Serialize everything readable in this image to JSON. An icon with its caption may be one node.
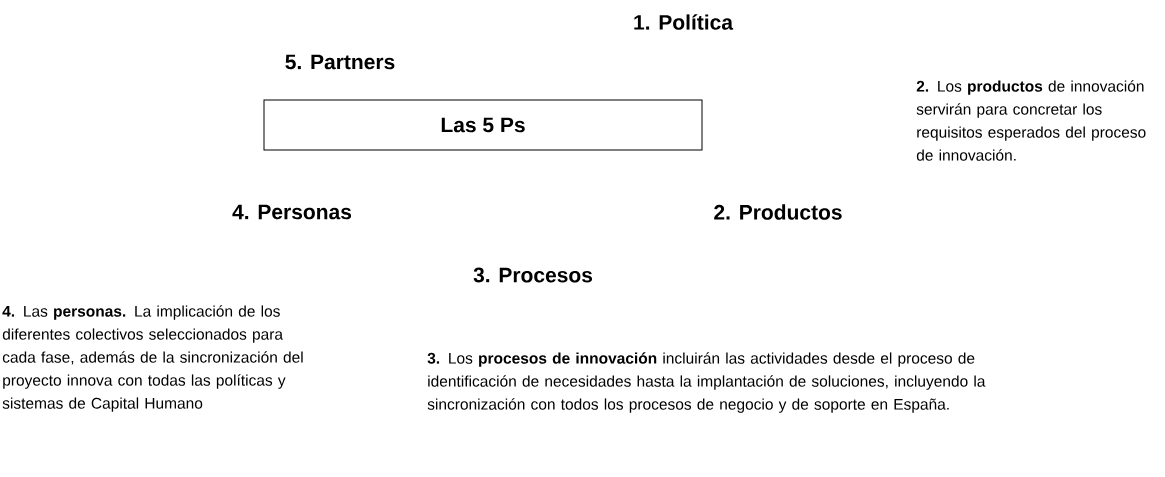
{
  "diagram": {
    "nodes": [
      {
        "text": [
          "Las 5 Ps"
        ]
      }
    ],
    "labels": [
      "1. Política",
      "5. Partners",
      "**2.** Los **productos** de innovación servirán para concretar los requisitos esperados del proceso de innovación.",
      "4. Personas",
      "2. Productos",
      "3. Procesos",
      "**4.** Las **personas.** La implicación de los diferentes colectivos seleccionados para cada fase, además de la sincronización del proyecto innova con todas las políticas y sistemas de Capital Humano",
      "**3.** Los **procesos de innovación** incluirán las actividades desde el proceso de identificación de necesidades hasta la implantación de soluciones, incluyendo la sincronización con todos los procesos de negocio y de soporte en España."
    ]
  }
}
